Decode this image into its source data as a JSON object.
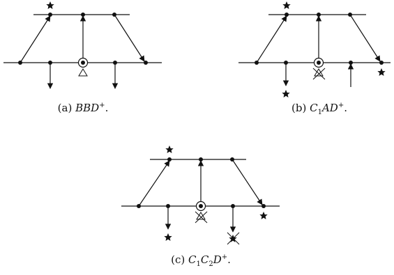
{
  "figures": [
    {
      "id": "a",
      "caption": {
        "label": "(a)",
        "italic": "BBD",
        "sup": "+",
        "tail": "."
      }
    },
    {
      "id": "b",
      "caption": {
        "label": "(b)",
        "italic_a": "C",
        "sub": "1",
        "italic_b": "AD",
        "sup": "+",
        "tail": "."
      }
    },
    {
      "id": "c",
      "caption": {
        "label": "(c)",
        "italic_a": "C",
        "sub_a": "1",
        "italic_b": "C",
        "sub_b": "2",
        "italic_c": "D",
        "sup": "+",
        "tail": "."
      }
    }
  ],
  "colors": {
    "stroke": "#111111",
    "background": "#ffffff"
  }
}
